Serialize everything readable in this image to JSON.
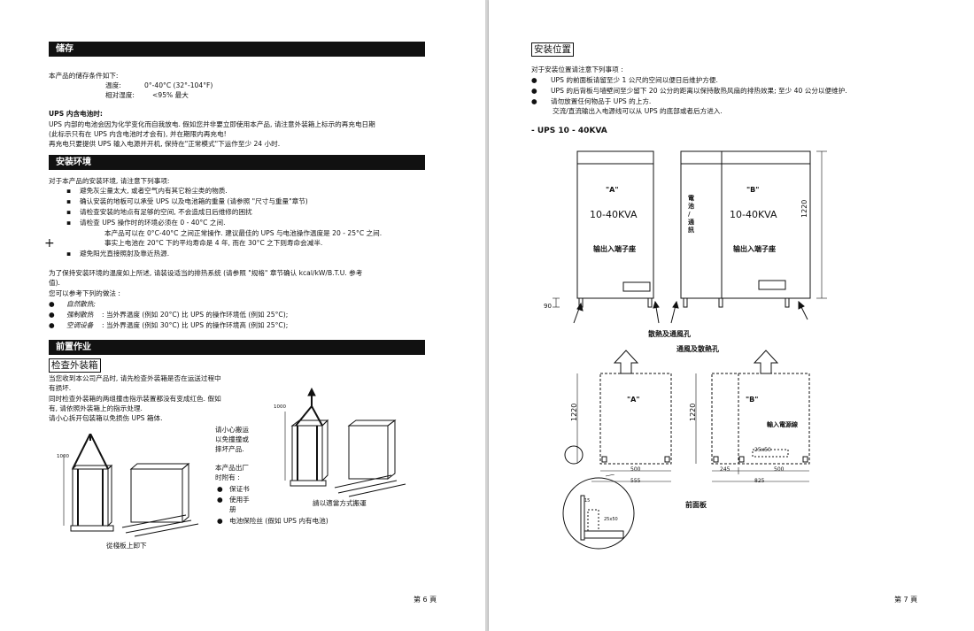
{
  "left": {
    "storage": {
      "header": "储存",
      "intro": "本产品的储存条件如下:",
      "temp_label": "温度:",
      "temp_value": "0°-40°C (32°-104°F)",
      "humidity_label": "相对湿度:",
      "humidity_value": "<95% 最大",
      "battery_title": "UPS 内含电池时:",
      "battery_line1": "UPS 内部的电池会因为化学变化而自我放电. 假如您并非要立即使用本产品, 请注意外装箱上标示的再充电日期",
      "battery_line2": "(此标示只有在 UPS 内含电池时才会有), 并在期限内再充电!",
      "battery_line3": "再充电只要提供 UPS 输入电源并开机, 保持在\"正常模式\"下运作至少 24 小时."
    },
    "environment": {
      "header": "安装环境",
      "intro": "对于本产品的安装环境, 请注意下列事项:",
      "items": [
        "避免灰尘量太大, 或者空气内有其它粉尘类的物质.",
        "确认安装的地板可以承受 UPS 以及电池箱的重量 (请参照 \"尺寸与重量\"章节)",
        "请检查安装的地点有足够的空间, 不会造成日后维修的困扰",
        "请检查 UPS 操作时的环境必须在 0 - 40°C 之间."
      ],
      "note_line1": "本产品可以在 0°C-40°C 之间正常操作. 建议最佳的 UPS 与电池操作温度是 20 - 25°C 之间.",
      "note_line2": "事实上电池在 20°C 下的平均寿命是 4 年, 而在 30°C 之下则寿命会减半.",
      "item_last": "避免阳光直接照射及靠近热源.",
      "cooling_line1": "为了保持安装环境的温度如上所述, 请装设适当的排热系统 (请参照 \"规格\" 章节确认 kcal/kW/B.T.U. 参考",
      "cooling_line2": "值).",
      "methods_intro": "您可以参考下列的做法 :",
      "methods": [
        {
          "term": "自然散热;",
          "desc": ""
        },
        {
          "term": "强制散热",
          "desc": ": 当外界温度 (例如 20°C) 比 UPS 的操作环境低 (例如 25°C);"
        },
        {
          "term": "空调设备",
          "desc": ": 当外界温度 (例如 30°C) 比 UPS 的操作环境高 (例如 25°C);"
        }
      ]
    },
    "preliminary": {
      "header": "前置作业",
      "sub": "检查外装箱",
      "p1_line1": "当您收到本公司产品时, 请先检查外装箱是否在运送过程中",
      "p1_line2": "有损坏.",
      "p2_line1": "同时检查外装箱的两组撞击指示装置都没有变成红色. 假如",
      "p2_line2": "有, 请依照外装箱上的指示处理.",
      "p3": "请小心拆开包装箱以免损伤 UPS 箱体.",
      "careful_lines": [
        "请小心搬运",
        "以免撞撞或",
        "摔坏产品."
      ],
      "contents_intro_lines": [
        "本产品出厂",
        "时附有 :"
      ],
      "contents": [
        "保证书",
        "使用手册",
        "电池保险丝 (假如 UPS 内有电池)"
      ],
      "contents_manual_break": [
        "使用手",
        "册"
      ],
      "caption_pallet": "從棧板上卸下",
      "caption_forklift": "請以適當方式搬運",
      "dim_1000": "1000"
    },
    "page_number": "第 6 頁"
  },
  "right": {
    "location": {
      "sub": "安装位置",
      "intro": "对于安装位置请注意下列事项 :",
      "items": [
        "UPS 的前面板请留至少 1 公尺的空间以便日后维护方便.",
        "UPS 的后背板与墙壁间至少留下 20 公分的距离以保持散热风扇的排热效果; 至少 40 公分以便维护.",
        "请勿放置任何物品于 UPS 的上方."
      ],
      "io_note": "交流/直流输出入电源线可以从 UPS 的底部或者后方进入.",
      "model": "- UPS 10 - 40KVA"
    },
    "diagram": {
      "label_a": "\"A\"",
      "label_b": "\"B\"",
      "kva": "10-40KVA",
      "terminal": "输出入端子座",
      "side_text": "電池 / 通訊",
      "height": "1220",
      "foot": "90",
      "caption_vent1": "散熱及通風孔",
      "caption_vent2": "通風及散熱孔",
      "input_line": "輸入電源線",
      "cutout": "25x50",
      "w500": "500",
      "w555": "555",
      "w245": "245",
      "w825": "825",
      "d15": "15",
      "caption_front": "前面板"
    },
    "page_number": "第 7 頁"
  }
}
